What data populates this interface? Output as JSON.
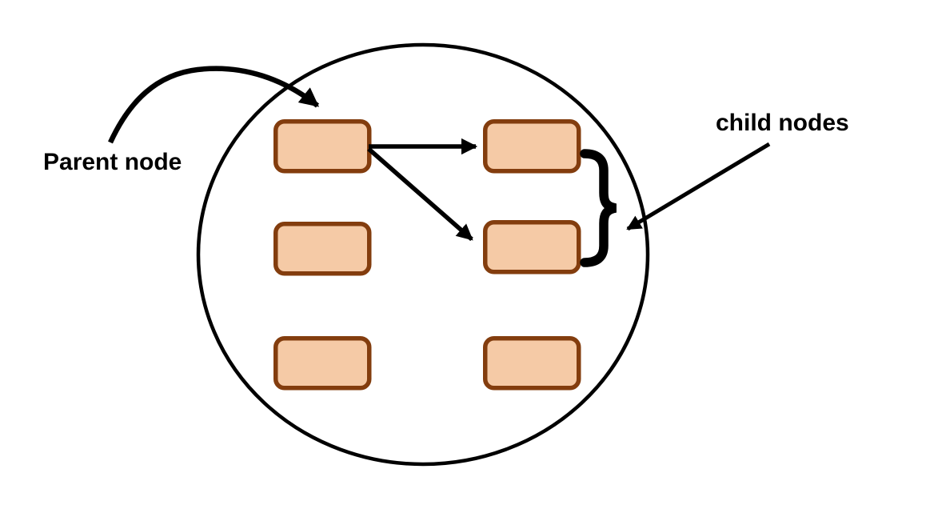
{
  "labels": {
    "parent_node": "Parent node",
    "child_nodes": "child nodes"
  },
  "colors": {
    "node_fill": "#F5CAA6",
    "node_border": "#833D0E",
    "line": "#000000",
    "label_text": "#000000",
    "background": "#FFFFFF"
  },
  "nodes": {
    "total": 6,
    "parent": "top-left",
    "children": [
      "top-right",
      "middle-right"
    ],
    "edges_from_parent": 2
  }
}
